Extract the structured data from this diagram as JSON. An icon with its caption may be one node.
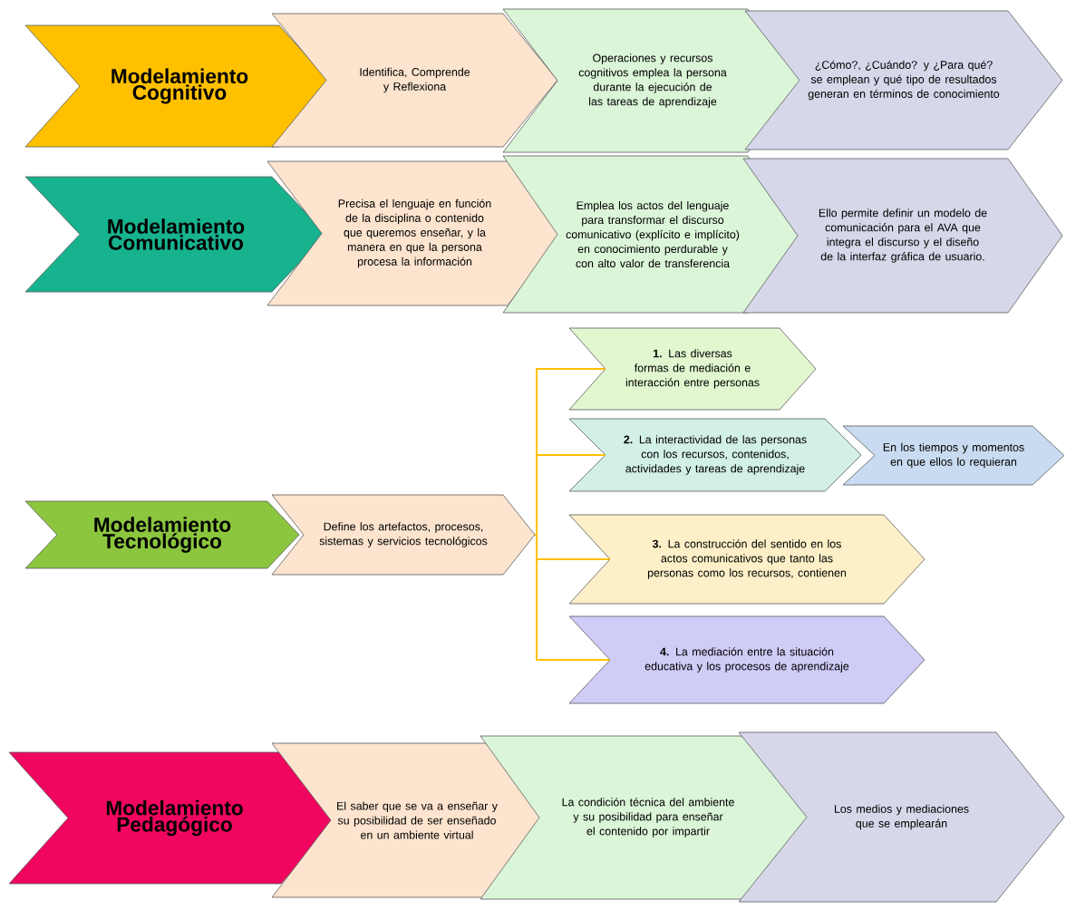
{
  "diagram": {
    "nodes": [
      {
        "text": [
          "Modelamiento Cognitivo"
        ]
      },
      {
        "text": [
          "Identifica, Comprende y Reflexiona"
        ]
      },
      {
        "text": [
          "Operaciones y recursos cognitivos emplea la persona durante la ejecución de las tareas de aprendizaje"
        ]
      },
      {
        "text": [
          "¿Cómo?, ¿Cuándo? y ¿Para qué? se emplean y qué tipo de resultados generan en términos de conocimiento"
        ]
      },
      {
        "text": [
          "Modelamiento Comunicativo"
        ]
      },
      {
        "text": [
          "Precisa el lenguaje en función de la disciplina o contenido que queremos enseñar, y la manera en que la persona procesa la información"
        ]
      },
      {
        "text": [
          "Emplea los actos del lenguaje para transformar el discurso comunicativo (explícito e implícito) en conocimiento perdurable y con alto valor de transferencia"
        ]
      },
      {
        "text": [
          "Ello permite definir un modelo de comunicación para el AVA que integra el discurso y el diseño de la interfaz gráfica de usuario."
        ]
      },
      {
        "text": [
          "Modelamiento Tecnológico"
        ]
      },
      {
        "text": [
          "Define los artefactos, procesos, sistemas y servicios tecnológicos"
        ]
      },
      {
        "text": [
          "**1.** Las diversas formas de mediación e interacción entre personas"
        ]
      },
      {
        "text": [
          "**2.** La interactividad de las personas con los recursos, contenidos, actividades y tareas de aprendizaje"
        ]
      },
      {
        "text": [
          "En los tiempos y momentos en que ellos lo requieran"
        ]
      },
      {
        "text": [
          "**3.** La construcción del sentido en los actos comunicativos que tanto las personas como los recursos, contienen"
        ]
      },
      {
        "text": [
          "**4.** La mediación entre la situación educativa y los procesos de aprendizaje"
        ]
      },
      {
        "text": [
          "Modelamiento Pedagógico"
        ]
      },
      {
        "text": [
          "El saber que se va a enseñar y su posibilidad de ser enseñado en un ambiente virtual"
        ]
      },
      {
        "text": [
          "La condición técnica del ambiente y su posibilidad para enseñar el contenido por impartir"
        ]
      },
      {
        "text": [
          "Los medios y mediaciones que se emplearán"
        ]
      }
    ],
    "edges": [
      {
        "from": 9,
        "to": 10,
        "arrow": "none",
        "color": "#ffc000"
      },
      {
        "from": 9,
        "to": 11,
        "arrow": "none",
        "color": "#ffc000"
      },
      {
        "from": 9,
        "to": 13,
        "arrow": "none",
        "color": "#ffc000"
      },
      {
        "from": 9,
        "to": 14,
        "arrow": "none",
        "color": "#ffc000"
      }
    ]
  }
}
